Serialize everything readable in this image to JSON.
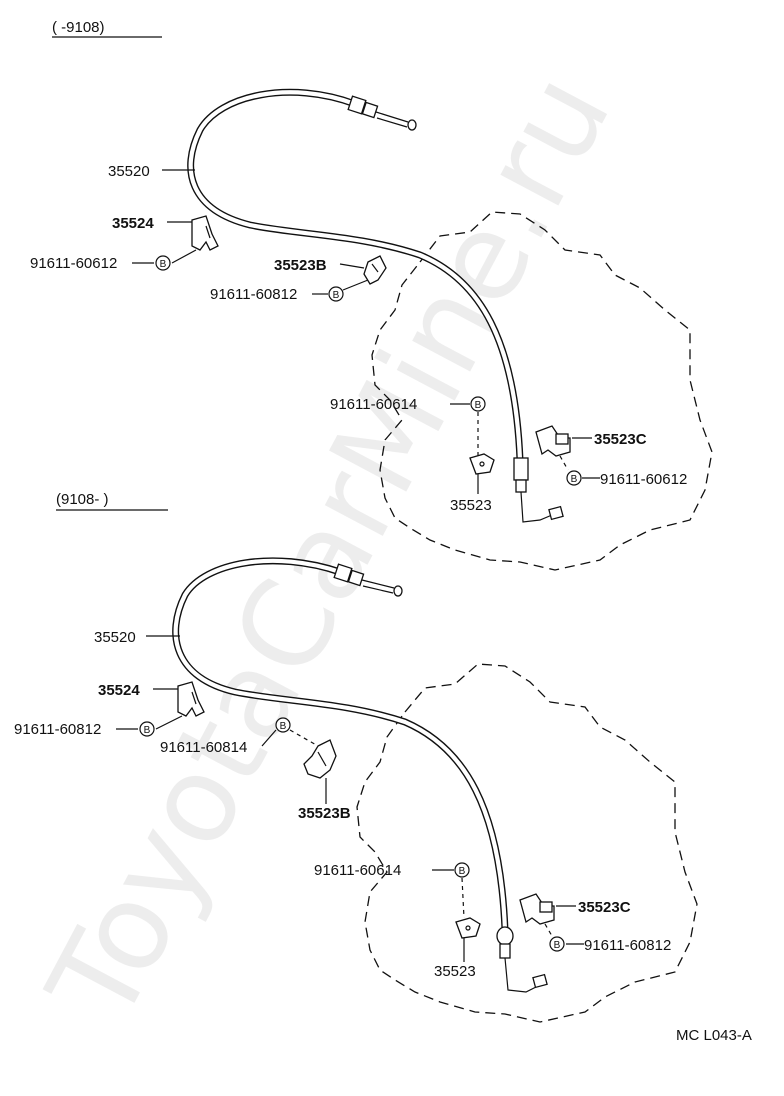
{
  "watermark": "ToyotaCarMine.ru",
  "drawing_code": "MC L043-A",
  "bolt_symbol": "B",
  "sections": [
    {
      "header": "(        -9108)",
      "labels": {
        "cable": "35520",
        "clamp": "35524",
        "bolt_clamp": "91611-60612",
        "bracket_b": "35523B",
        "bolt_b": "91611-60812",
        "bolt_plate": "91611-60614",
        "plate": "35523",
        "bracket_c": "35523C",
        "bolt_c": "91611-60612"
      }
    },
    {
      "header": "(9108-        )",
      "labels": {
        "cable": "35520",
        "clamp": "35524",
        "bolt_clamp": "91611-60812",
        "bolt_b": "91611-60814",
        "bracket_b": "35523B",
        "bolt_plate": "91611-60614",
        "plate": "35523",
        "bracket_c": "35523C",
        "bolt_c": "91611-60812"
      }
    }
  ]
}
